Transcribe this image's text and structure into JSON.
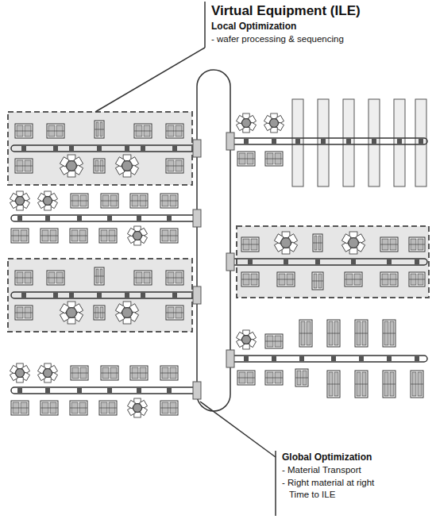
{
  "diagram": {
    "labels": [
      "Virtual Equipment (ILE)",
      "Local Optimization",
      "- wafer processing & sequencing",
      "Global Optimization",
      "- Material Transport",
      "- Right material at right Time to ILE"
    ]
  }
}
